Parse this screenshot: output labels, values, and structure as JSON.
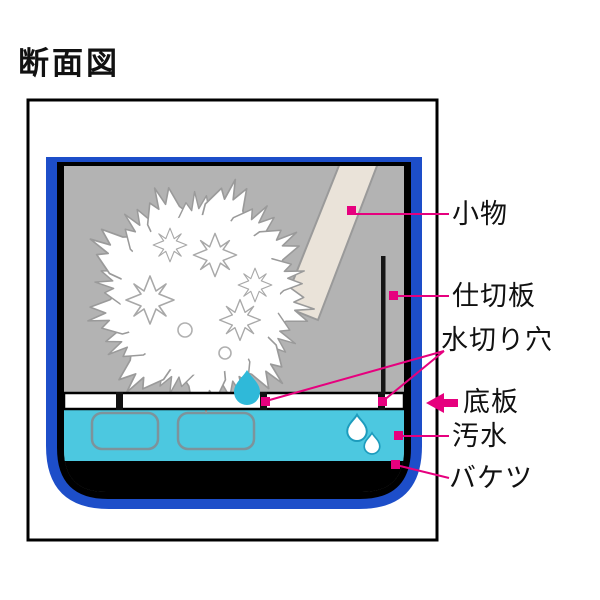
{
  "title": "断面図",
  "diagram": {
    "labels": {
      "small_item": "小物",
      "partition_plate": "仕切板",
      "drain_hole": "水切り穴",
      "bottom_plate": "底板",
      "dirty_water": "汚水",
      "bucket": "バケツ"
    },
    "colors": {
      "bucket_blue": "#1d4ec9",
      "interior_gray": "#b3b3b3",
      "water_cyan": "#4cc8e0",
      "drop_cyan": "#2fb9d9",
      "handle_beige": "#eae3d9",
      "leader_pink": "#e6007e",
      "outline_black": "#000000",
      "bristle_white": "#ffffff"
    }
  }
}
